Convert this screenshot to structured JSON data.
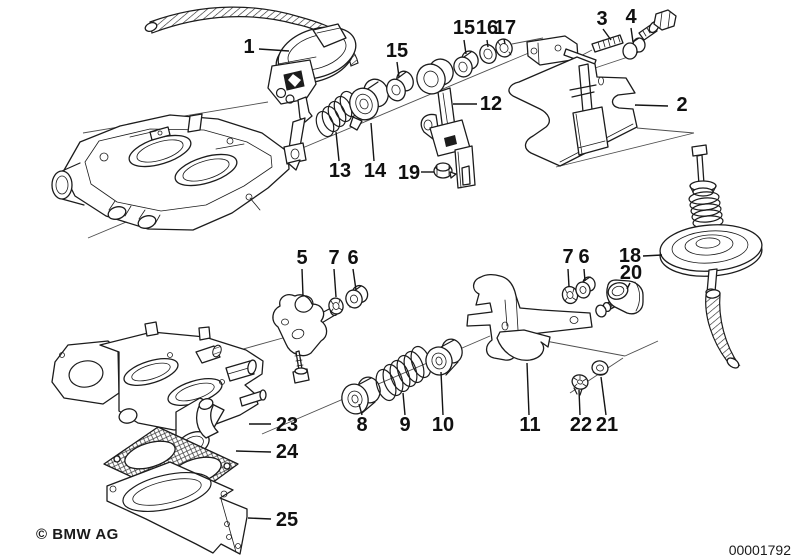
{
  "figure": {
    "copyright": "© BMW AG",
    "code": "00001792"
  },
  "callouts": {
    "c1": "1",
    "c2": "2",
    "c3": "3",
    "c4": "4",
    "c5": "5",
    "c6a": "6",
    "c6b": "6",
    "c7a": "7",
    "c7b": "7",
    "c8": "8",
    "c9": "9",
    "c10": "10",
    "c11": "11",
    "c12": "12",
    "c13": "13",
    "c14": "14",
    "c15a": "15",
    "c15b": "15",
    "c16": "16",
    "c17": "17",
    "c18": "18",
    "c19": "19",
    "c20": "20",
    "c21": "21",
    "c22": "22",
    "c23": "23",
    "c24": "24",
    "c25": "25"
  }
}
